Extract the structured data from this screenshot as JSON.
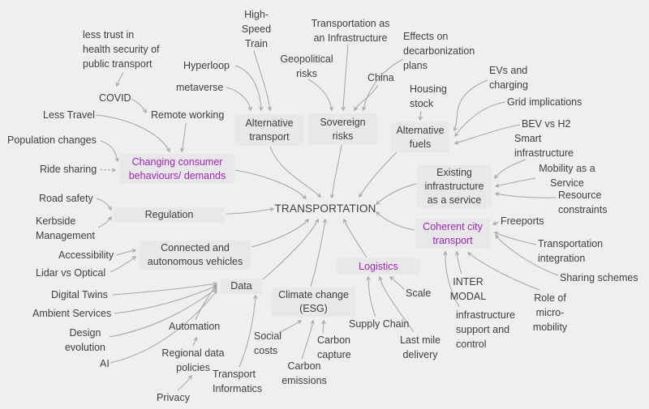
{
  "diagram_title": "TRANSPORTATION mind map",
  "colors": {
    "bg": "#f0eff0",
    "box": "#e8e7e9",
    "ink": "#3e3e40",
    "line": "#a3a3a3",
    "hl": "#9c27b0",
    "arrow": "#4a4a4a"
  },
  "nodes": {
    "transportation": {
      "label": "TRANSPORTATION"
    },
    "changing_consumer": {
      "label": "Changing consumer\nbehaviours/ demands"
    },
    "regulation": {
      "label": "Regulation"
    },
    "connected_vehicles": {
      "label": "Connected and\nautonomous vehicles"
    },
    "data": {
      "label": "Data"
    },
    "climate_change": {
      "label": "Climate change\n(ESG)"
    },
    "logistics": {
      "label": "Logistics"
    },
    "alternative_transport": {
      "label": "Alternative\ntransport"
    },
    "sovereign_risks": {
      "label": "Sovereign\nrisks"
    },
    "alternative_fuels": {
      "label": "Alternative\nfuels"
    },
    "existing_infrastructure": {
      "label": "Existing\ninfrastructure\nas a service"
    },
    "coherent_city": {
      "label": "Coherent city\ntransport"
    },
    "less_trust": {
      "label": "less trust in\nhealth security of\npublic transport"
    },
    "covid": {
      "label": "COVID"
    },
    "less_travel": {
      "label": "Less Travel"
    },
    "population_changes": {
      "label": "Population changes"
    },
    "ride_sharing": {
      "label": "Ride sharing"
    },
    "remote_working": {
      "label": "Remote working"
    },
    "hyperloop": {
      "label": "Hyperloop"
    },
    "metaverse": {
      "label": "metaverse"
    },
    "high_speed_train": {
      "label": "High-\nSpeed\nTrain"
    },
    "transportation_infra": {
      "label": "Transportation as\nan Infrastructure"
    },
    "geopolitical_risks": {
      "label": "Geopolitical\nrisks"
    },
    "china": {
      "label": "China"
    },
    "effects_decarbonization": {
      "label": "Effects on\ndecarbonization\nplans"
    },
    "housing_stock": {
      "label": "Housing\nstock"
    },
    "evs_charging": {
      "label": "EVs and\ncharging"
    },
    "grid_implications": {
      "label": "Grid implications"
    },
    "bev_vs_h2": {
      "label": "BEV vs H2"
    },
    "smart_infrastructure": {
      "label": "Smart\ninfrastructure"
    },
    "mobility_service": {
      "label": "Mobility as a\nService"
    },
    "resource_constraints": {
      "label": "Resource\nconstraints"
    },
    "freeports": {
      "label": "Freeports"
    },
    "transportation_integration": {
      "label": "Transportation\nintegration"
    },
    "sharing_schemes": {
      "label": "Sharing schemes"
    },
    "role_micromobility": {
      "label": "Role of\nmicro-\nmobility"
    },
    "inter_modal": {
      "label": "INTER\nMODAL"
    },
    "infrastructure_support": {
      "label": "infrastructure\nsupport and\ncontrol"
    },
    "scale": {
      "label": "Scale"
    },
    "supply_chain": {
      "label": "Supply Chain"
    },
    "last_mile": {
      "label": "Last mile\ndelivery"
    },
    "carbon_capture": {
      "label": "Carbon\ncapture"
    },
    "carbon_emissions": {
      "label": "Carbon\nemissions"
    },
    "social_costs": {
      "label": "Social\ncosts"
    },
    "transport_informatics": {
      "label": "Transport\nInformatics"
    },
    "privacy": {
      "label": "Privacy"
    },
    "regional_data": {
      "label": "Regional data\npolicies"
    },
    "automation": {
      "label": "Automation"
    },
    "ai": {
      "label": "AI"
    },
    "design_evolution": {
      "label": "Design\nevolution"
    },
    "ambient_services": {
      "label": "Ambient Services"
    },
    "digital_twins": {
      "label": "Digital Twins"
    },
    "lidar_optical": {
      "label": "Lidar vs Optical"
    },
    "accessibility": {
      "label": "Accessibility"
    },
    "kerbside": {
      "label": "Kerbside\nManagement"
    },
    "road_safety": {
      "label": "Road safety"
    }
  },
  "edges": [
    {
      "from": "changing_consumer",
      "to": "transportation"
    },
    {
      "from": "alternative_transport",
      "to": "transportation"
    },
    {
      "from": "sovereign_risks",
      "to": "transportation"
    },
    {
      "from": "alternative_fuels",
      "to": "transportation"
    },
    {
      "from": "regulation",
      "to": "transportation"
    },
    {
      "from": "existing_infrastructure",
      "to": "transportation"
    },
    {
      "from": "coherent_city",
      "to": "transportation"
    },
    {
      "from": "connected_vehicles",
      "to": "transportation"
    },
    {
      "from": "data",
      "to": "transportation"
    },
    {
      "from": "climate_change",
      "to": "transportation"
    },
    {
      "from": "logistics",
      "to": "transportation"
    },
    {
      "from": "less_travel",
      "to": "changing_consumer"
    },
    {
      "from": "remote_working",
      "to": "changing_consumer"
    },
    {
      "from": "population_changes",
      "to": "changing_consumer"
    },
    {
      "from": "ride_sharing",
      "to": "changing_consumer"
    },
    {
      "from": "less_trust",
      "to": "covid"
    },
    {
      "from": "covid",
      "to": "remote_working"
    },
    {
      "from": "metaverse",
      "to": "alternative_transport"
    },
    {
      "from": "hyperloop",
      "to": "alternative_transport"
    },
    {
      "from": "high_speed_train",
      "to": "alternative_transport"
    },
    {
      "from": "geopolitical_risks",
      "to": "sovereign_risks"
    },
    {
      "from": "transportation_infra",
      "to": "sovereign_risks"
    },
    {
      "from": "china",
      "to": "sovereign_risks"
    },
    {
      "from": "effects_decarbonization",
      "to": "sovereign_risks"
    },
    {
      "from": "housing_stock",
      "to": "alternative_fuels"
    },
    {
      "from": "evs_charging",
      "to": "alternative_fuels"
    },
    {
      "from": "grid_implications",
      "to": "alternative_fuels"
    },
    {
      "from": "bev_vs_h2",
      "to": "alternative_fuels"
    },
    {
      "from": "smart_infrastructure",
      "to": "existing_infrastructure"
    },
    {
      "from": "mobility_service",
      "to": "existing_infrastructure"
    },
    {
      "from": "resource_constraints",
      "to": "existing_infrastructure"
    },
    {
      "from": "freeports",
      "to": "coherent_city"
    },
    {
      "from": "transportation_integration",
      "to": "coherent_city"
    },
    {
      "from": "sharing_schemes",
      "to": "coherent_city"
    },
    {
      "from": "infrastructure_support",
      "to": "coherent_city"
    },
    {
      "from": "inter_modal",
      "to": "coherent_city"
    },
    {
      "from": "role_micromobility",
      "to": "coherent_city"
    },
    {
      "from": "supply_chain",
      "to": "logistics"
    },
    {
      "from": "last_mile",
      "to": "logistics"
    },
    {
      "from": "scale",
      "to": "logistics"
    },
    {
      "from": "social_costs",
      "to": "climate_change"
    },
    {
      "from": "carbon_emissions",
      "to": "climate_change"
    },
    {
      "from": "carbon_capture",
      "to": "climate_change"
    },
    {
      "from": "digital_twins",
      "to": "data"
    },
    {
      "from": "ambient_services",
      "to": "data"
    },
    {
      "from": "design_evolution",
      "to": "data"
    },
    {
      "from": "ai",
      "to": "data"
    },
    {
      "from": "automation",
      "to": "data"
    },
    {
      "from": "regional_data",
      "to": "automation"
    },
    {
      "from": "privacy",
      "to": "regional_data"
    },
    {
      "from": "transport_informatics",
      "to": "data"
    },
    {
      "from": "road_safety",
      "to": "regulation"
    },
    {
      "from": "kerbside",
      "to": "regulation"
    },
    {
      "from": "accessibility",
      "to": "connected_vehicles"
    },
    {
      "from": "lidar_optical",
      "to": "connected_vehicles"
    }
  ]
}
